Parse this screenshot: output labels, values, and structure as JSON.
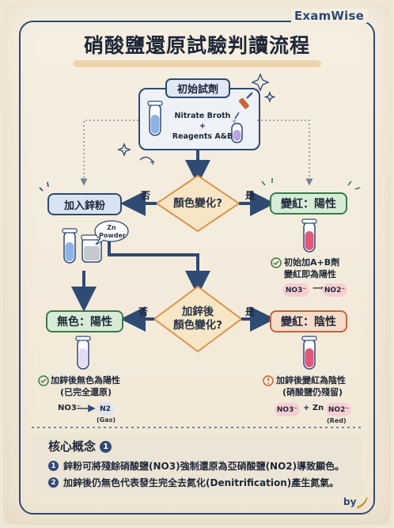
{
  "brand": "ExamWise",
  "title": "硝酸鹽還原試驗判讀流程",
  "start": {
    "label": "初始試劑",
    "line1": "Nitrate Broth",
    "line2": "+",
    "line3": "Reagents A&B"
  },
  "decision1": {
    "text": "顏色變化?",
    "no": "否",
    "yes": "是"
  },
  "add_zinc": {
    "label": "加入鋅粉",
    "powder_line1": "Zn",
    "powder_line2": "Powder"
  },
  "red_positive": {
    "label": "變紅：陽性",
    "note_line1": "初始加A+B劑",
    "note_line2": "變紅即為陽性",
    "from": "NO3⁻",
    "arrow": "⟶",
    "to": "NO2⁻"
  },
  "decision2": {
    "line1": "加鋅後",
    "line2": "顏色變化?",
    "no": "否",
    "yes": "是"
  },
  "colorless_positive": {
    "label": "無色：陽性",
    "note_line1": "加鋅後無色為陽性",
    "note_line2": "(已完全還原)",
    "from": "NO3⁻",
    "arrow": "⟶",
    "to": "N2",
    "to_note": "(Gas)"
  },
  "red_negative": {
    "label": "變紅：陰性",
    "note_line1": "加鋅後變紅為陰性",
    "note_line2": "(硝酸鹽仍殘留)",
    "from": "NO3⁻",
    "plus": "+ Zn →",
    "to": "NO2⁻",
    "to_note": "(Red)"
  },
  "core": {
    "title": "核心概念",
    "title_num": "1",
    "items": [
      {
        "num": "1",
        "text": "鋅粉可將殘餘硝酸鹽(NO3)強制還原為亞硝酸鹽(NO2)導致顯色。"
      },
      {
        "num": "2",
        "text": "加鋅後仍無色代表發生完全去氮化(Denitrification)產生氮氣。"
      }
    ]
  },
  "signature": "by",
  "colors": {
    "navy": "#2f4a73",
    "green": "#3b7a4a",
    "orange": "#c7643a",
    "pink": "#e0587a",
    "cream": "#f3ebdc"
  },
  "icons": [
    "test-tube-blue-icon",
    "dropper-icon",
    "sparkle-icon",
    "check-circle-icon",
    "alert-circle-icon",
    "banana-icon"
  ]
}
